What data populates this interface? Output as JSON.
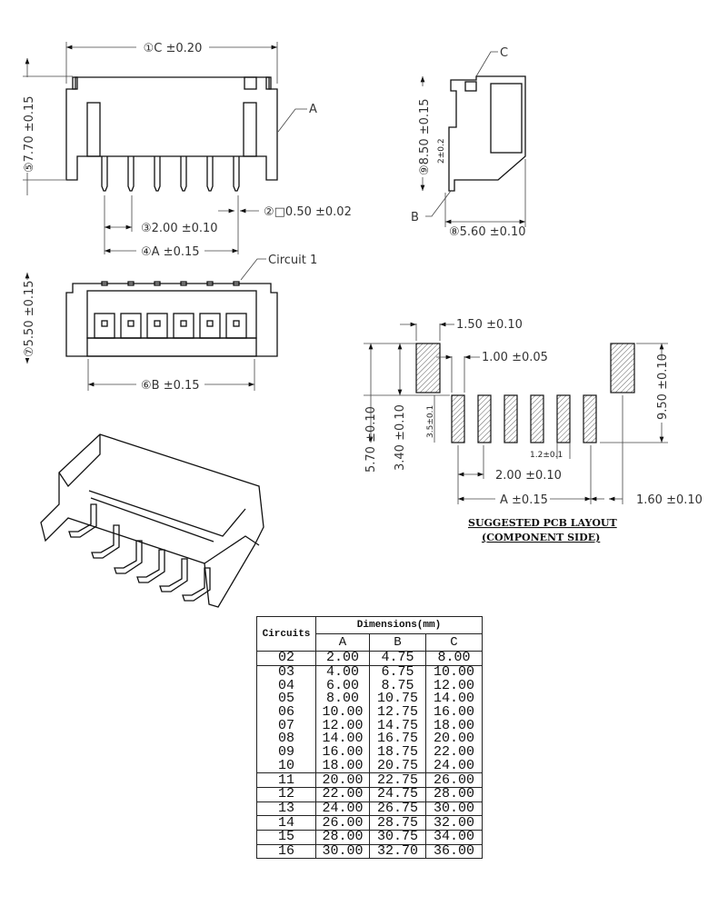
{
  "front_view": {
    "dim_c": "①C ±0.20",
    "dim_height": "⑤7.70 ±0.15",
    "label_a": "A",
    "dim_pin": "②□0.50 ±0.02",
    "dim_pitch": "③2.00 ±0.10",
    "dim_a": "④A ±0.15"
  },
  "side_view": {
    "label_c": "C",
    "dim_height": "⑨8.50 ±0.15",
    "dim_pin_len": "2±0.2",
    "label_b": "B",
    "dim_depth": "⑧5.60 ±0.10"
  },
  "top_view": {
    "circuit_label": "Circuit 1",
    "dim_depth": "⑦5.50 ±0.15",
    "dim_b": "⑥B ±0.15"
  },
  "pcb_layout": {
    "dim_tab_width": "1.50 ±0.10",
    "dim_pad_width": "1.00 ±0.05",
    "dim_570": "5.70 ±0.10",
    "dim_340": "3.40 ±0.10",
    "dim_35": "3.5±0.1",
    "dim_950": "9.50 ±0.10",
    "dim_12": "1.2±0.1",
    "dim_pitch": "2.00 ±0.10",
    "dim_a": "A ±0.15",
    "dim_160": "1.60 ±0.10",
    "title": "SUGGESTED PCB LAYOUT",
    "subtitle": "(COMPONENT SIDE)"
  },
  "table": {
    "circuits_header": "Circuits",
    "dimensions_header": "Dimensions(mm)",
    "columns": [
      "A",
      "B",
      "C"
    ],
    "rows": [
      [
        "02",
        "2.00",
        "4.75",
        "8.00"
      ],
      [
        "03",
        "4.00",
        "6.75",
        "10.00"
      ],
      [
        "04",
        "6.00",
        "8.75",
        "12.00"
      ],
      [
        "05",
        "8.00",
        "10.75",
        "14.00"
      ],
      [
        "06",
        "10.00",
        "12.75",
        "16.00"
      ],
      [
        "07",
        "12.00",
        "14.75",
        "18.00"
      ],
      [
        "08",
        "14.00",
        "16.75",
        "20.00"
      ],
      [
        "09",
        "16.00",
        "18.75",
        "22.00"
      ],
      [
        "10",
        "18.00",
        "20.75",
        "24.00"
      ],
      [
        "11",
        "20.00",
        "22.75",
        "26.00"
      ],
      [
        "12",
        "22.00",
        "24.75",
        "28.00"
      ],
      [
        "13",
        "24.00",
        "26.75",
        "30.00"
      ],
      [
        "14",
        "26.00",
        "28.75",
        "32.00"
      ],
      [
        "15",
        "28.00",
        "30.75",
        "34.00"
      ],
      [
        "16",
        "30.00",
        "32.70",
        "36.00"
      ]
    ]
  }
}
